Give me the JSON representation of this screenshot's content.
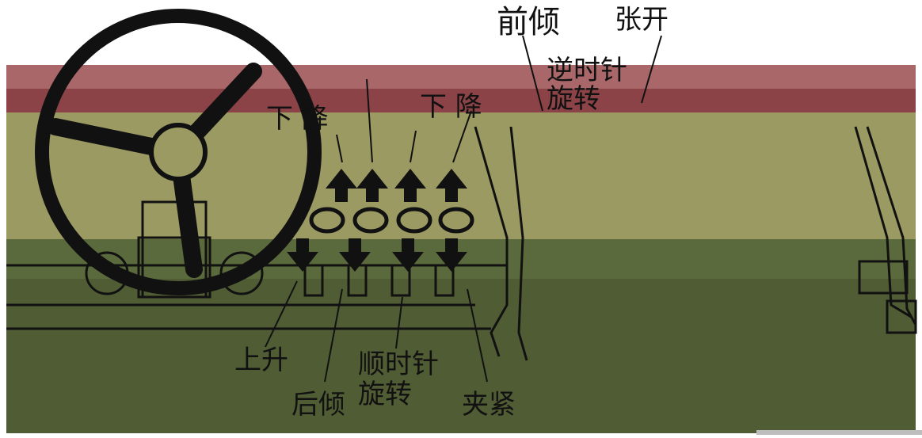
{
  "labels": {
    "lower": "下 降",
    "forward_tilt": "前倾",
    "open": "张开",
    "ccw_rotate_1": "逆时针",
    "ccw_rotate_2": "旋转",
    "release": "下  降",
    "raise": "上升",
    "back_tilt": "后倾",
    "cw_rotate_1": "顺时针",
    "cw_rotate_2": "旋转",
    "clamp": "夹紧"
  },
  "colors": {
    "band_top": "#a9676a",
    "band_top_dark": "#8b4347",
    "band_mid": "#9c9a63",
    "band_bottom": "#4f5c34",
    "band_bottom_light": "#5b6a3c",
    "stroke": "#111111"
  }
}
